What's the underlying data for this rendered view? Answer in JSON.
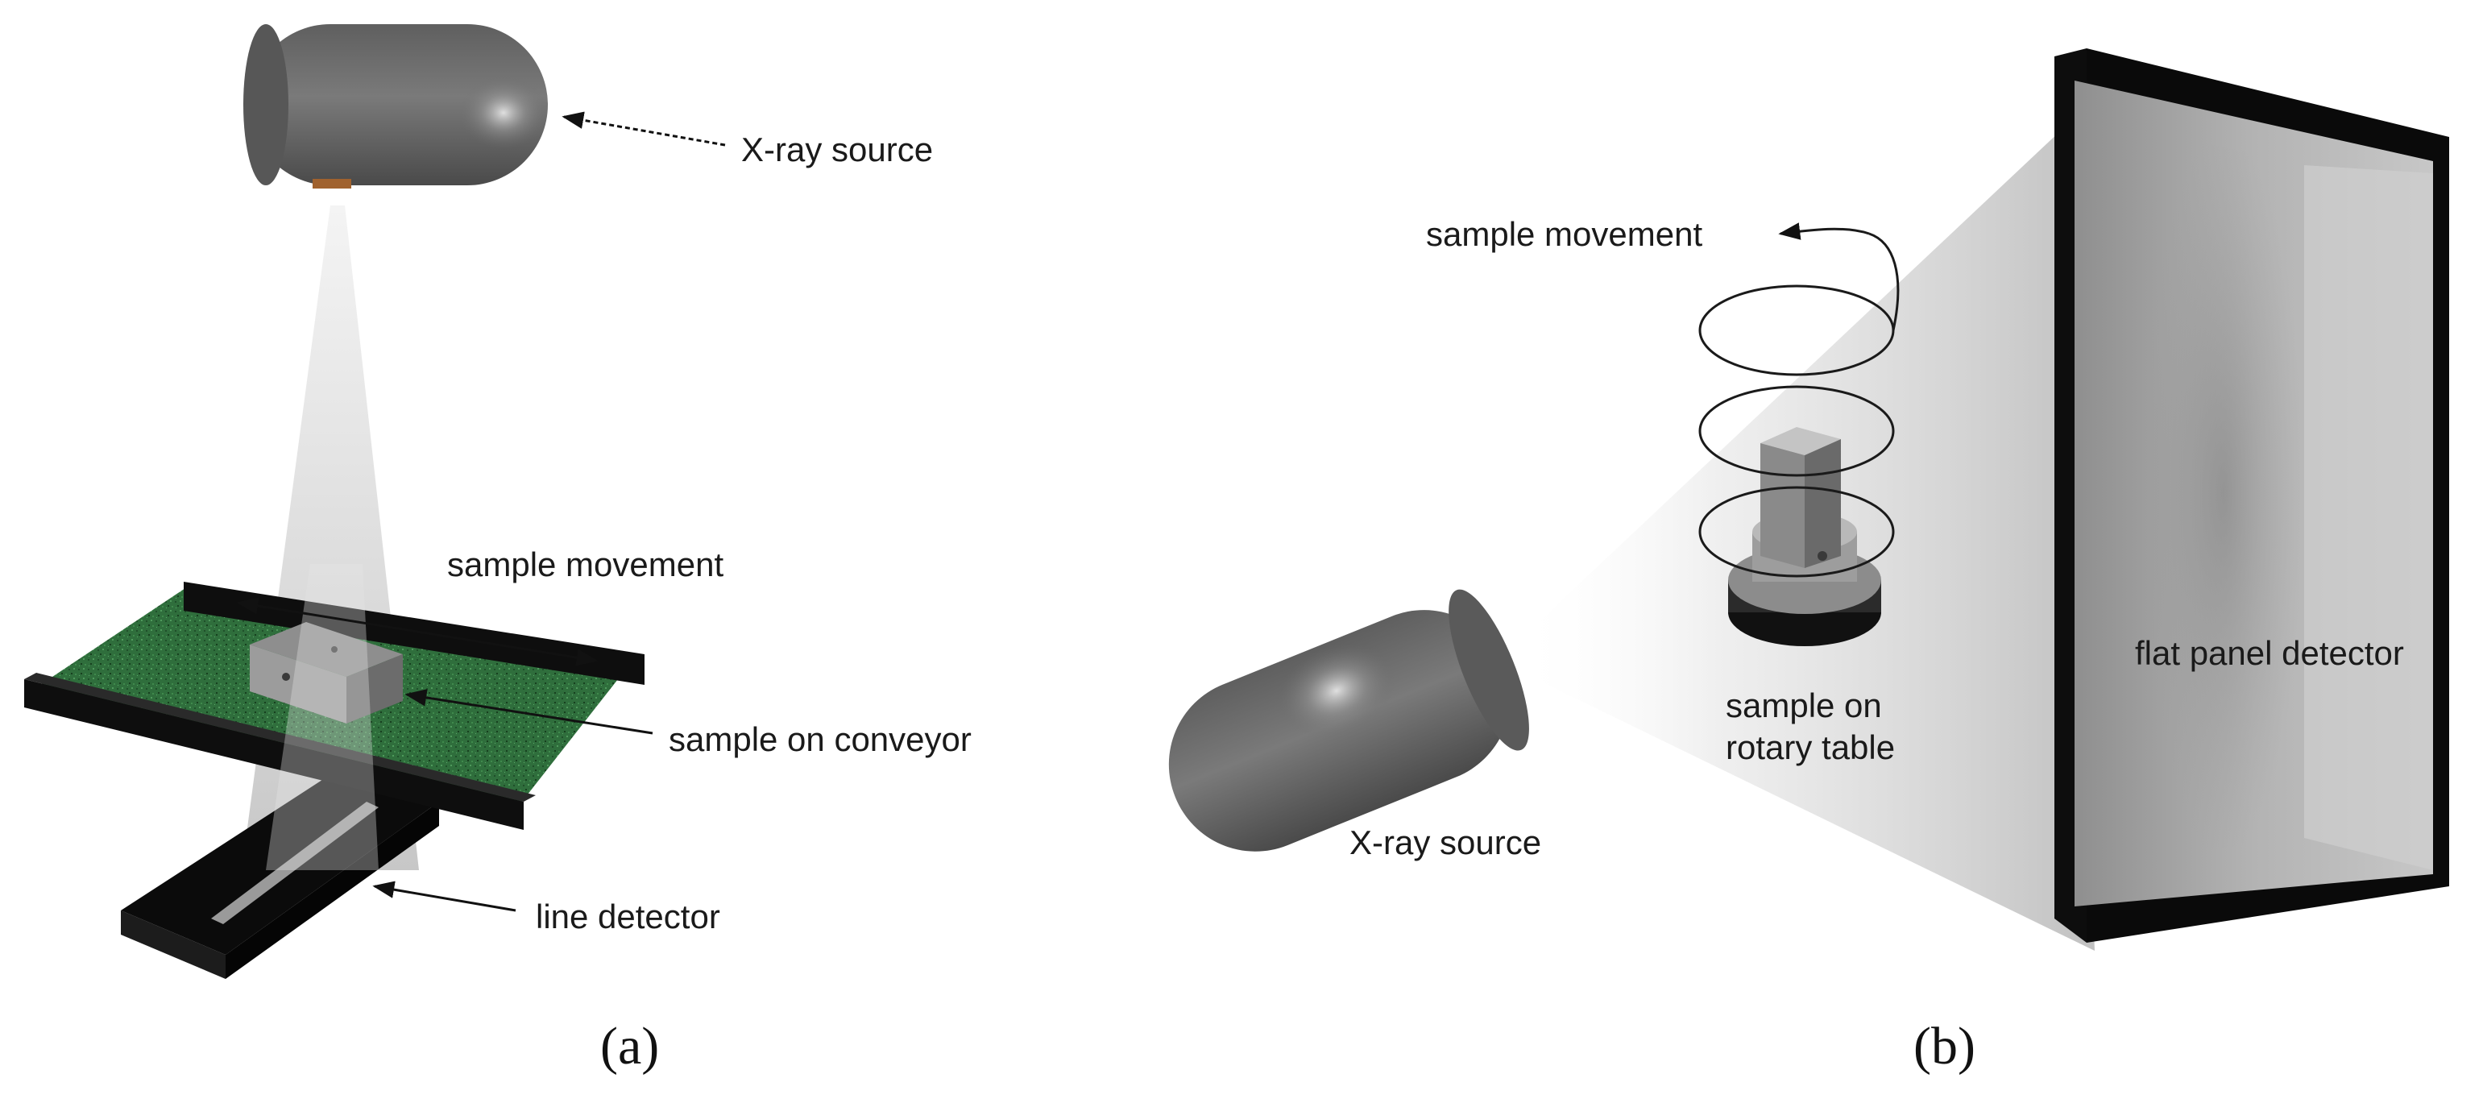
{
  "panel_a": {
    "caption": "(a)",
    "labels": {
      "xray_source": "X-ray source",
      "sample_movement": "sample movement",
      "sample_on_conveyor": "sample on conveyor",
      "line_detector": "line detector"
    }
  },
  "panel_b": {
    "caption": "(b)",
    "labels": {
      "sample_movement": "sample movement",
      "flat_panel_detector": "flat panel detector",
      "sample_on": "sample on",
      "rotary_table": "rotary table",
      "xray_source": "X-ray source"
    }
  },
  "colors": {
    "conveyor_belt": "#2a6a38",
    "source_body": "#6e6e6e",
    "detector_frame": "#0d0d0d",
    "beam": "#d2d2d2"
  }
}
